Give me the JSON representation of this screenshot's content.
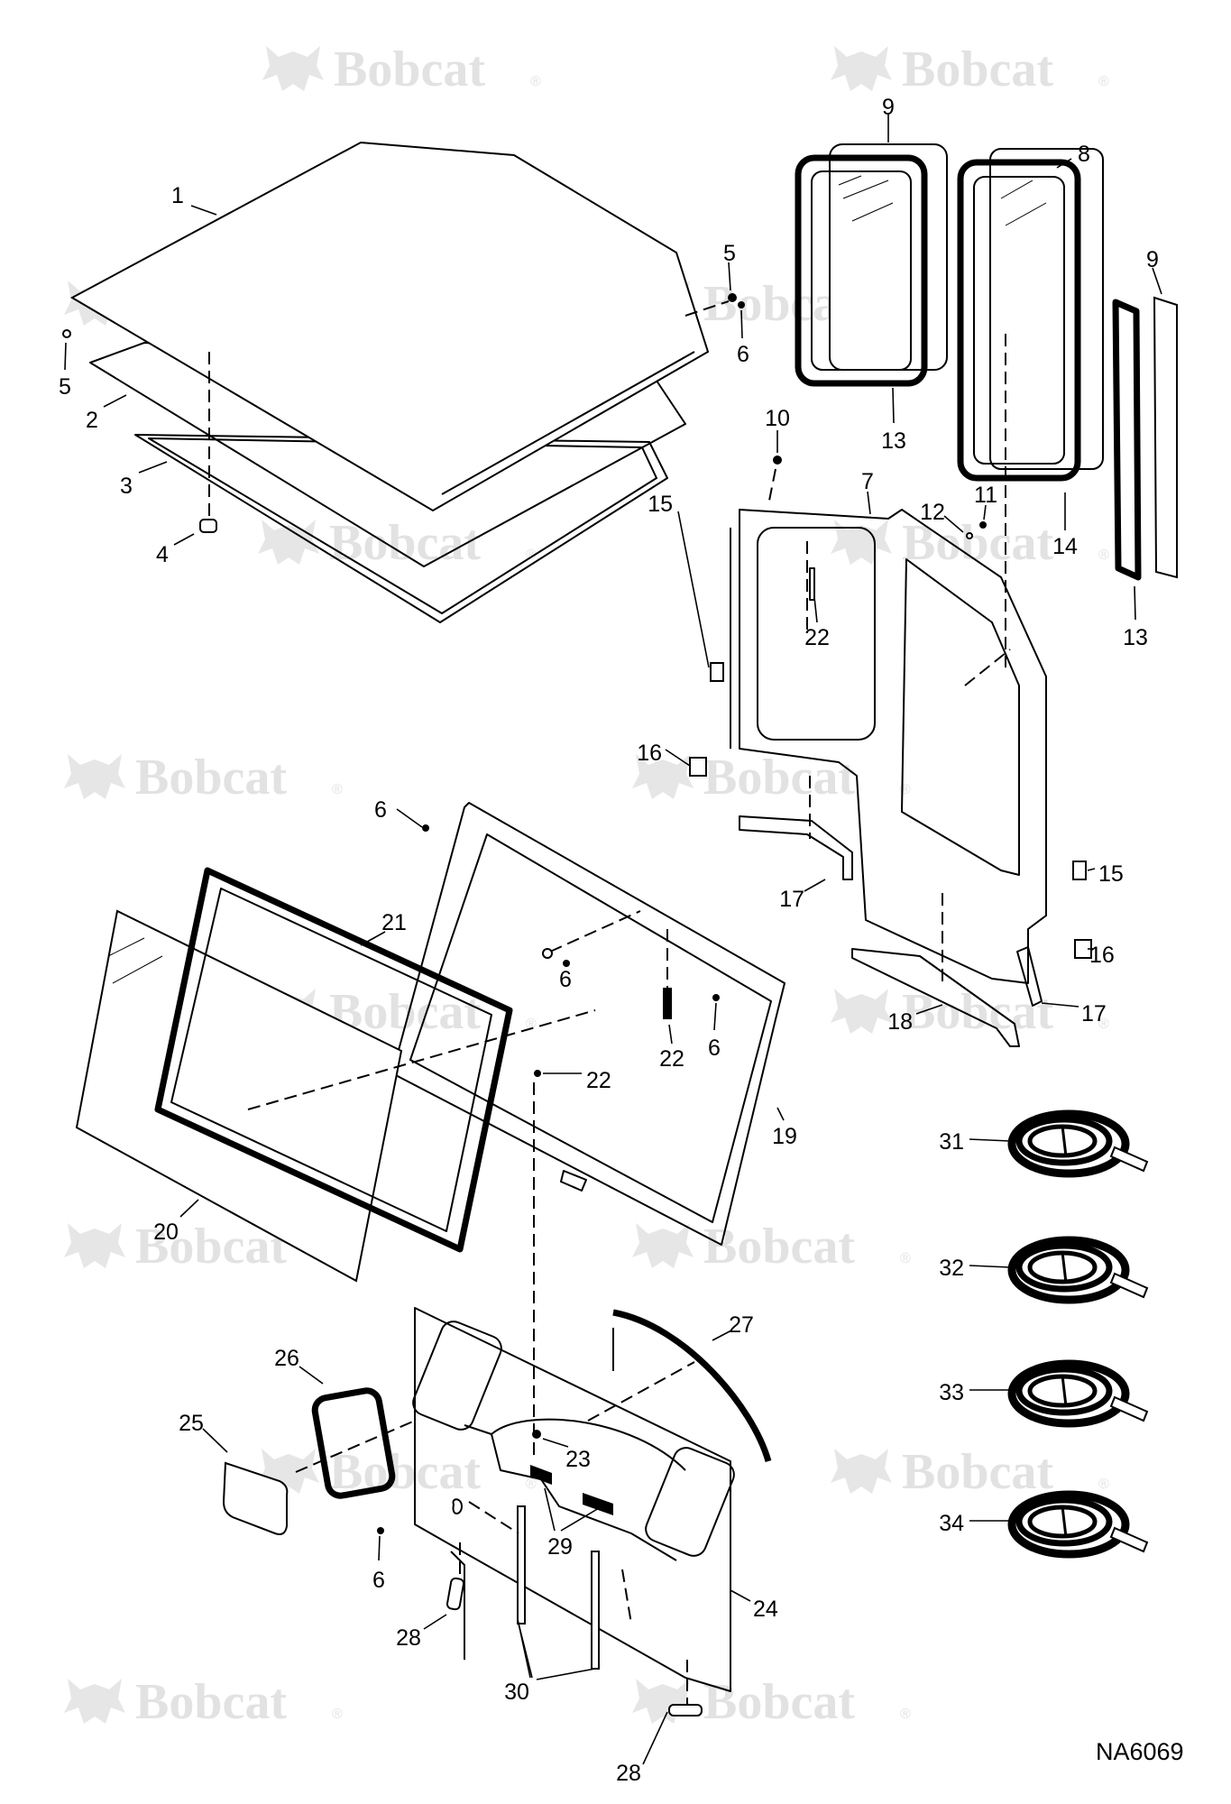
{
  "diagram": {
    "code": "NA6069",
    "watermark": "Bobcat",
    "watermark_mark": "®",
    "callouts": [
      "1",
      "2",
      "3",
      "4",
      "5",
      "5",
      "6",
      "6",
      "6",
      "6",
      "6",
      "7",
      "8",
      "9",
      "9",
      "10",
      "11",
      "12",
      "13",
      "13",
      "14",
      "15",
      "15",
      "16",
      "16",
      "17",
      "17",
      "18",
      "19",
      "20",
      "21",
      "22",
      "22",
      "22",
      "23",
      "24",
      "25",
      "26",
      "27",
      "28",
      "28",
      "29",
      "30",
      "31",
      "32",
      "33",
      "34"
    ]
  }
}
